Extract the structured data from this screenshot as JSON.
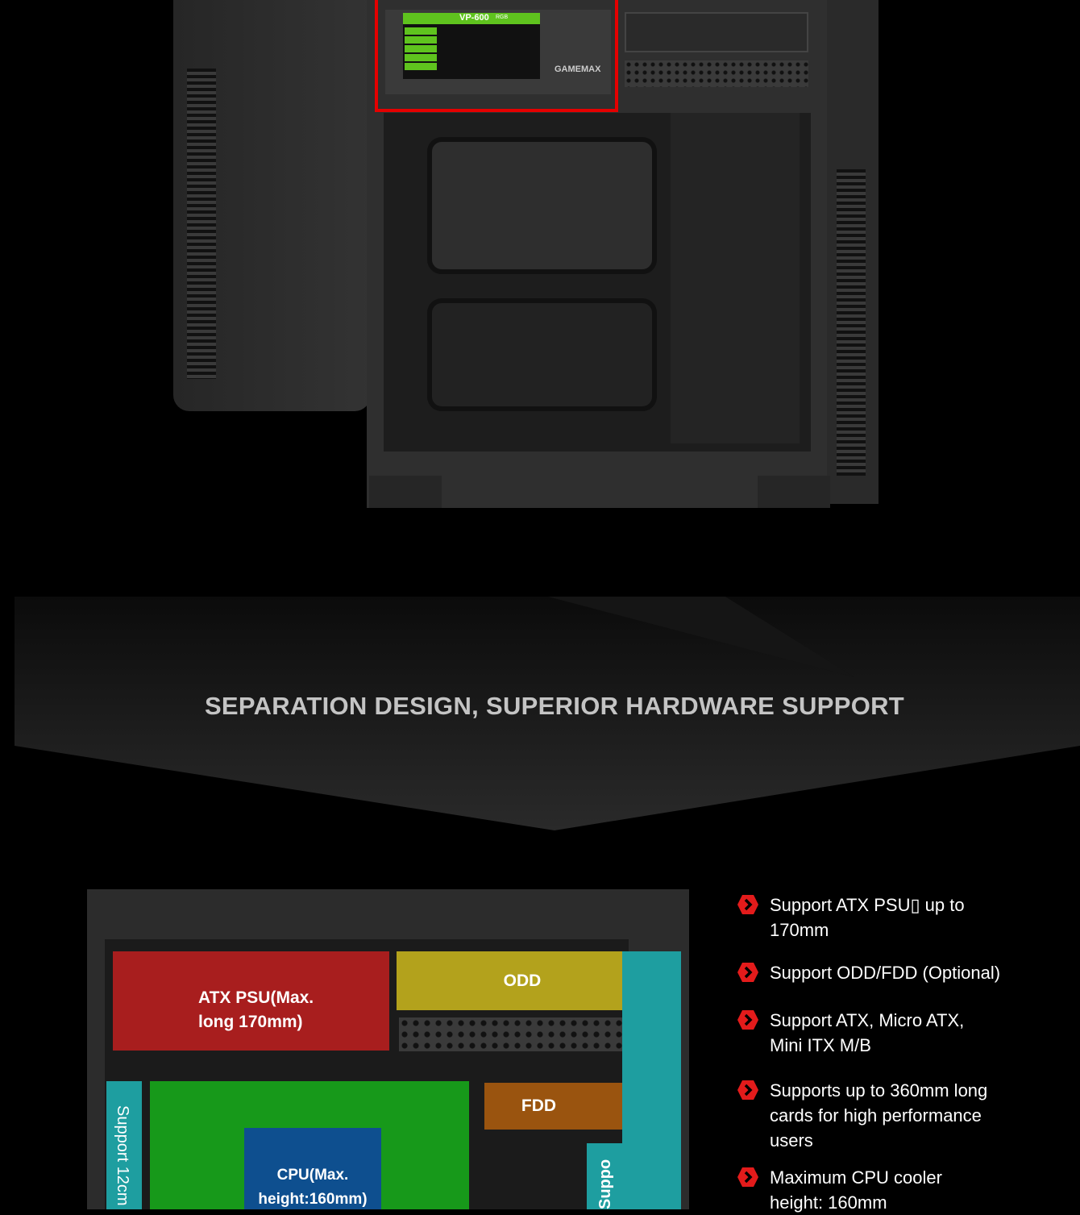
{
  "product_image": {
    "psu_label": {
      "brand": "GAMEMAX",
      "model": "VP-600",
      "model_suffix": "RGB"
    },
    "highlight_color": "#e50000"
  },
  "banner": {
    "title": "SEPARATION DESIGN, SUPERIOR HARDWARE SUPPORT"
  },
  "diagram": {
    "psu_label": "ATX PSU(Max. long 170mm)",
    "odd_label": "ODD",
    "fdd_label": "FDD",
    "cpu_label": "CPU(Max. height:160mm)",
    "left_fan_label": "Support 12cm",
    "right_label": "Suppo",
    "colors": {
      "psu": "#a81e1e",
      "odd": "#b3a21c",
      "fdd": "#9a540f",
      "mb": "#17991a",
      "cpu": "#0e4f8f",
      "fan": "#1e9ea0"
    }
  },
  "features": [
    {
      "icon": "red-hex-chevron-icon",
      "text": "Support ATX PSU▯ up to 170mm"
    },
    {
      "icon": "red-hex-chevron-icon",
      "text": "Support ODD/FDD (Optional)"
    },
    {
      "icon": "red-hex-chevron-icon",
      "text": "Support ATX, Micro ATX, Mini ITX M/B"
    },
    {
      "icon": "red-hex-chevron-icon",
      "text": "Supports up to 360mm long cards for high performance users"
    },
    {
      "icon": "red-hex-chevron-icon",
      "text": "Maximum CPU cooler height: 160mm"
    }
  ]
}
